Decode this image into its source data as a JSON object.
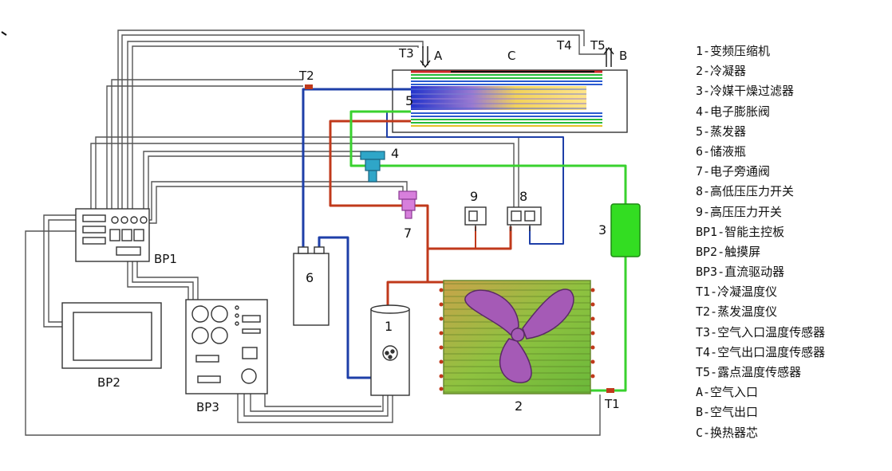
{
  "labels": {
    "t1": "T1",
    "t2": "T2",
    "t3": "T3",
    "t4": "T4",
    "t5": "T5",
    "a": "A",
    "b": "B",
    "c": "C",
    "n1": "1",
    "n2": "2",
    "n3": "3",
    "n4": "4",
    "n5": "5",
    "n6": "6",
    "n7": "7",
    "n8": "8",
    "n9": "9",
    "bp1": "BP1",
    "bp2": "BP2",
    "bp3": "BP3"
  },
  "legend": [
    "1-变频压缩机",
    "2-冷凝器",
    "3-冷媒干燥过滤器",
    "4-电子膨胀阀",
    "5-蒸发器",
    "6-储液瓶",
    "7-电子旁通阀",
    "8-高低压压力开关",
    "9-高压压力开关",
    "BP1-智能主控板",
    "BP2-触摸屏",
    "BP3-直流驱动器",
    "T1-冷凝温度仪",
    "T2-蒸发温度仪",
    "T3-空气入口温度传感器",
    "T4-空气出口温度传感器",
    "T5-露点温度传感器",
    "A-空气入口",
    "B-空气出口",
    "C-换热器芯"
  ],
  "colors": {
    "wire": "#555555",
    "hot_pipe": "#c0391b",
    "cold_pipe": "#1e3fa8",
    "liquid_pipe": "#39d12e",
    "filter": "#33dd22",
    "valve_cyan": "#2fa6c8",
    "valve_violet": "#d77fdc",
    "fan": "#a55ab6",
    "condenser": "#8bbf3a"
  }
}
